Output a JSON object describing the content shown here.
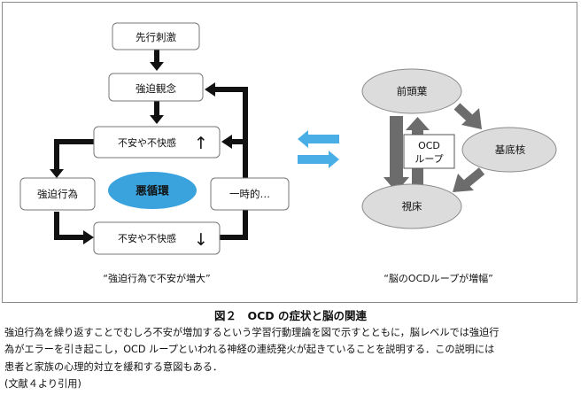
{
  "left_diagram": {
    "stimulus": "先行刺激",
    "obsession": "強迫観念",
    "discomfort_up": "不安や不快感",
    "discomfort_down": "不安や不快感",
    "compulsion": "強迫行為",
    "vicious_cycle": "悪循環",
    "temporary": "一時的…",
    "up_arrow": "↑",
    "down_arrow": "↓",
    "footer": "“強迫行為で不安が増大”"
  },
  "right_diagram": {
    "frontal": "前頭葉",
    "basal": "基底核",
    "thalamus": "視床",
    "loop_line1": "OCD",
    "loop_line2": "ループ",
    "footer": "“脳のOCDループが増幅”"
  },
  "colors": {
    "vicious_cycle_fill": "#3aa3dd",
    "center_arrows": "#4aaee6",
    "brain_nodes": "#dcdcdc",
    "brain_arrows": "#6c6c6c",
    "flow_arrows": "#111111"
  },
  "caption": {
    "title": "図２　OCD の症状と脳の関連",
    "line1": "強迫行為を繰り返すことでむしろ不安が増加するという学習行動理論を図で示すとともに，脳レベルでは強迫行",
    "line2": "為がエラーを引き起こし，OCD ループといわれる神経の連続発火が起きていることを説明する．この説明には",
    "line3": "患者と家族の心理的対立を緩和する意図もある．",
    "line4": "(文献４より引用)"
  }
}
